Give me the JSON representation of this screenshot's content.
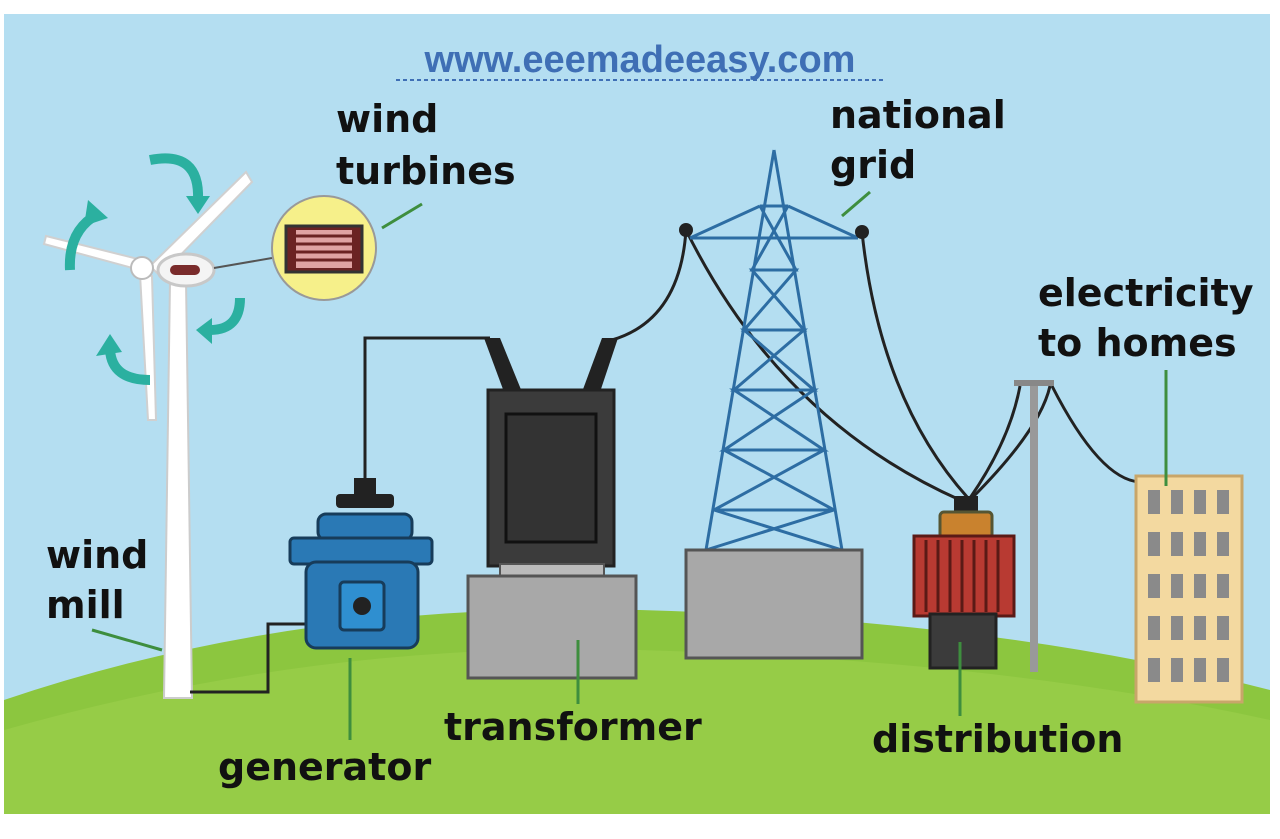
{
  "website": "www.eeemadeeasy.com",
  "labels": {
    "wind_turbines_1": "wind",
    "wind_turbines_2": "turbines",
    "national_grid_1": "national",
    "national_grid_2": "grid",
    "electricity_1": "electricity",
    "electricity_2": "to homes",
    "wind_mill_1": "wind",
    "wind_mill_2": "mill",
    "generator": "generator",
    "transformer": "transformer",
    "distribution": "distribution"
  },
  "colors": {
    "sky": "#b4def1",
    "hill": "#8cc63f",
    "hill_light": "#a6d35a",
    "generator": "#2a79b5",
    "transformer": "#3b3b3b",
    "tower": "#2d6da3",
    "distribution_coil": "#b83a32",
    "building": "#f3d9a0",
    "arrow": "#2bb0a0",
    "leader": "#3e8e3e"
  }
}
